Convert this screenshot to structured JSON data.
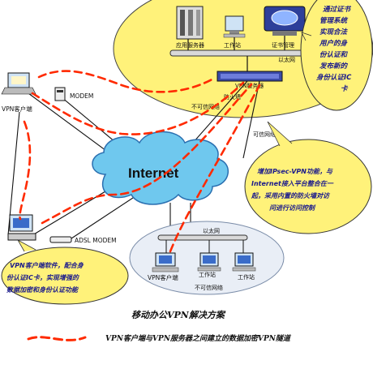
{
  "colors": {
    "yellow_bubble": "#fff27a",
    "yellow_border": "#333333",
    "lan_area": "#e9eef6",
    "cloud": "#6fc8ee",
    "cloud_border": "#2a6fb0",
    "tunnel": "#ff2a00",
    "network_line": "#111111",
    "callout_text": "#1a1a8c"
  },
  "hq": {
    "server_app_label": "应用服务器",
    "workstation_label": "工作站",
    "cert_server_label": "证书管理",
    "lan_label": "以太网",
    "vpn_server_label": "VPN服务器",
    "firewall_label": "防火墙",
    "untrusted_label": "不可信网络",
    "trusted_label": "可信网络",
    "cert_callout_lines": [
      "通过证书",
      "管理系统",
      "实现合法",
      "用户的身",
      "份认证和",
      "发布新的",
      "身份认证IC",
      "卡"
    ]
  },
  "internet": {
    "label": "Internet"
  },
  "middle_callout": {
    "lines": [
      "增加IPsec-VPN功能，与",
      "Internet接入平台整合在一",
      "起，采用内置的防火墙对访",
      "问进行访问控制"
    ]
  },
  "remote": {
    "client_top_label": "VPN客户端",
    "modem_label": "MODEM",
    "adsl_label": "ADSL MODEM",
    "left_callout_lines": [
      "VPN客户端软件，配合身",
      "份认证IC卡，实现增强的",
      "数据加密和身份认证功能"
    ]
  },
  "branch": {
    "lan_label": "以太网",
    "client_label": "VPN客户端",
    "ws1_label": "工作站",
    "ws2_label": "工作站",
    "untrusted_label": "不可信网络"
  },
  "caption": {
    "title": "移动办公VPN解决方案"
  },
  "legend": {
    "text": "VPN客户端与VPN服务器之间建立的数据加密VPN隧道"
  }
}
